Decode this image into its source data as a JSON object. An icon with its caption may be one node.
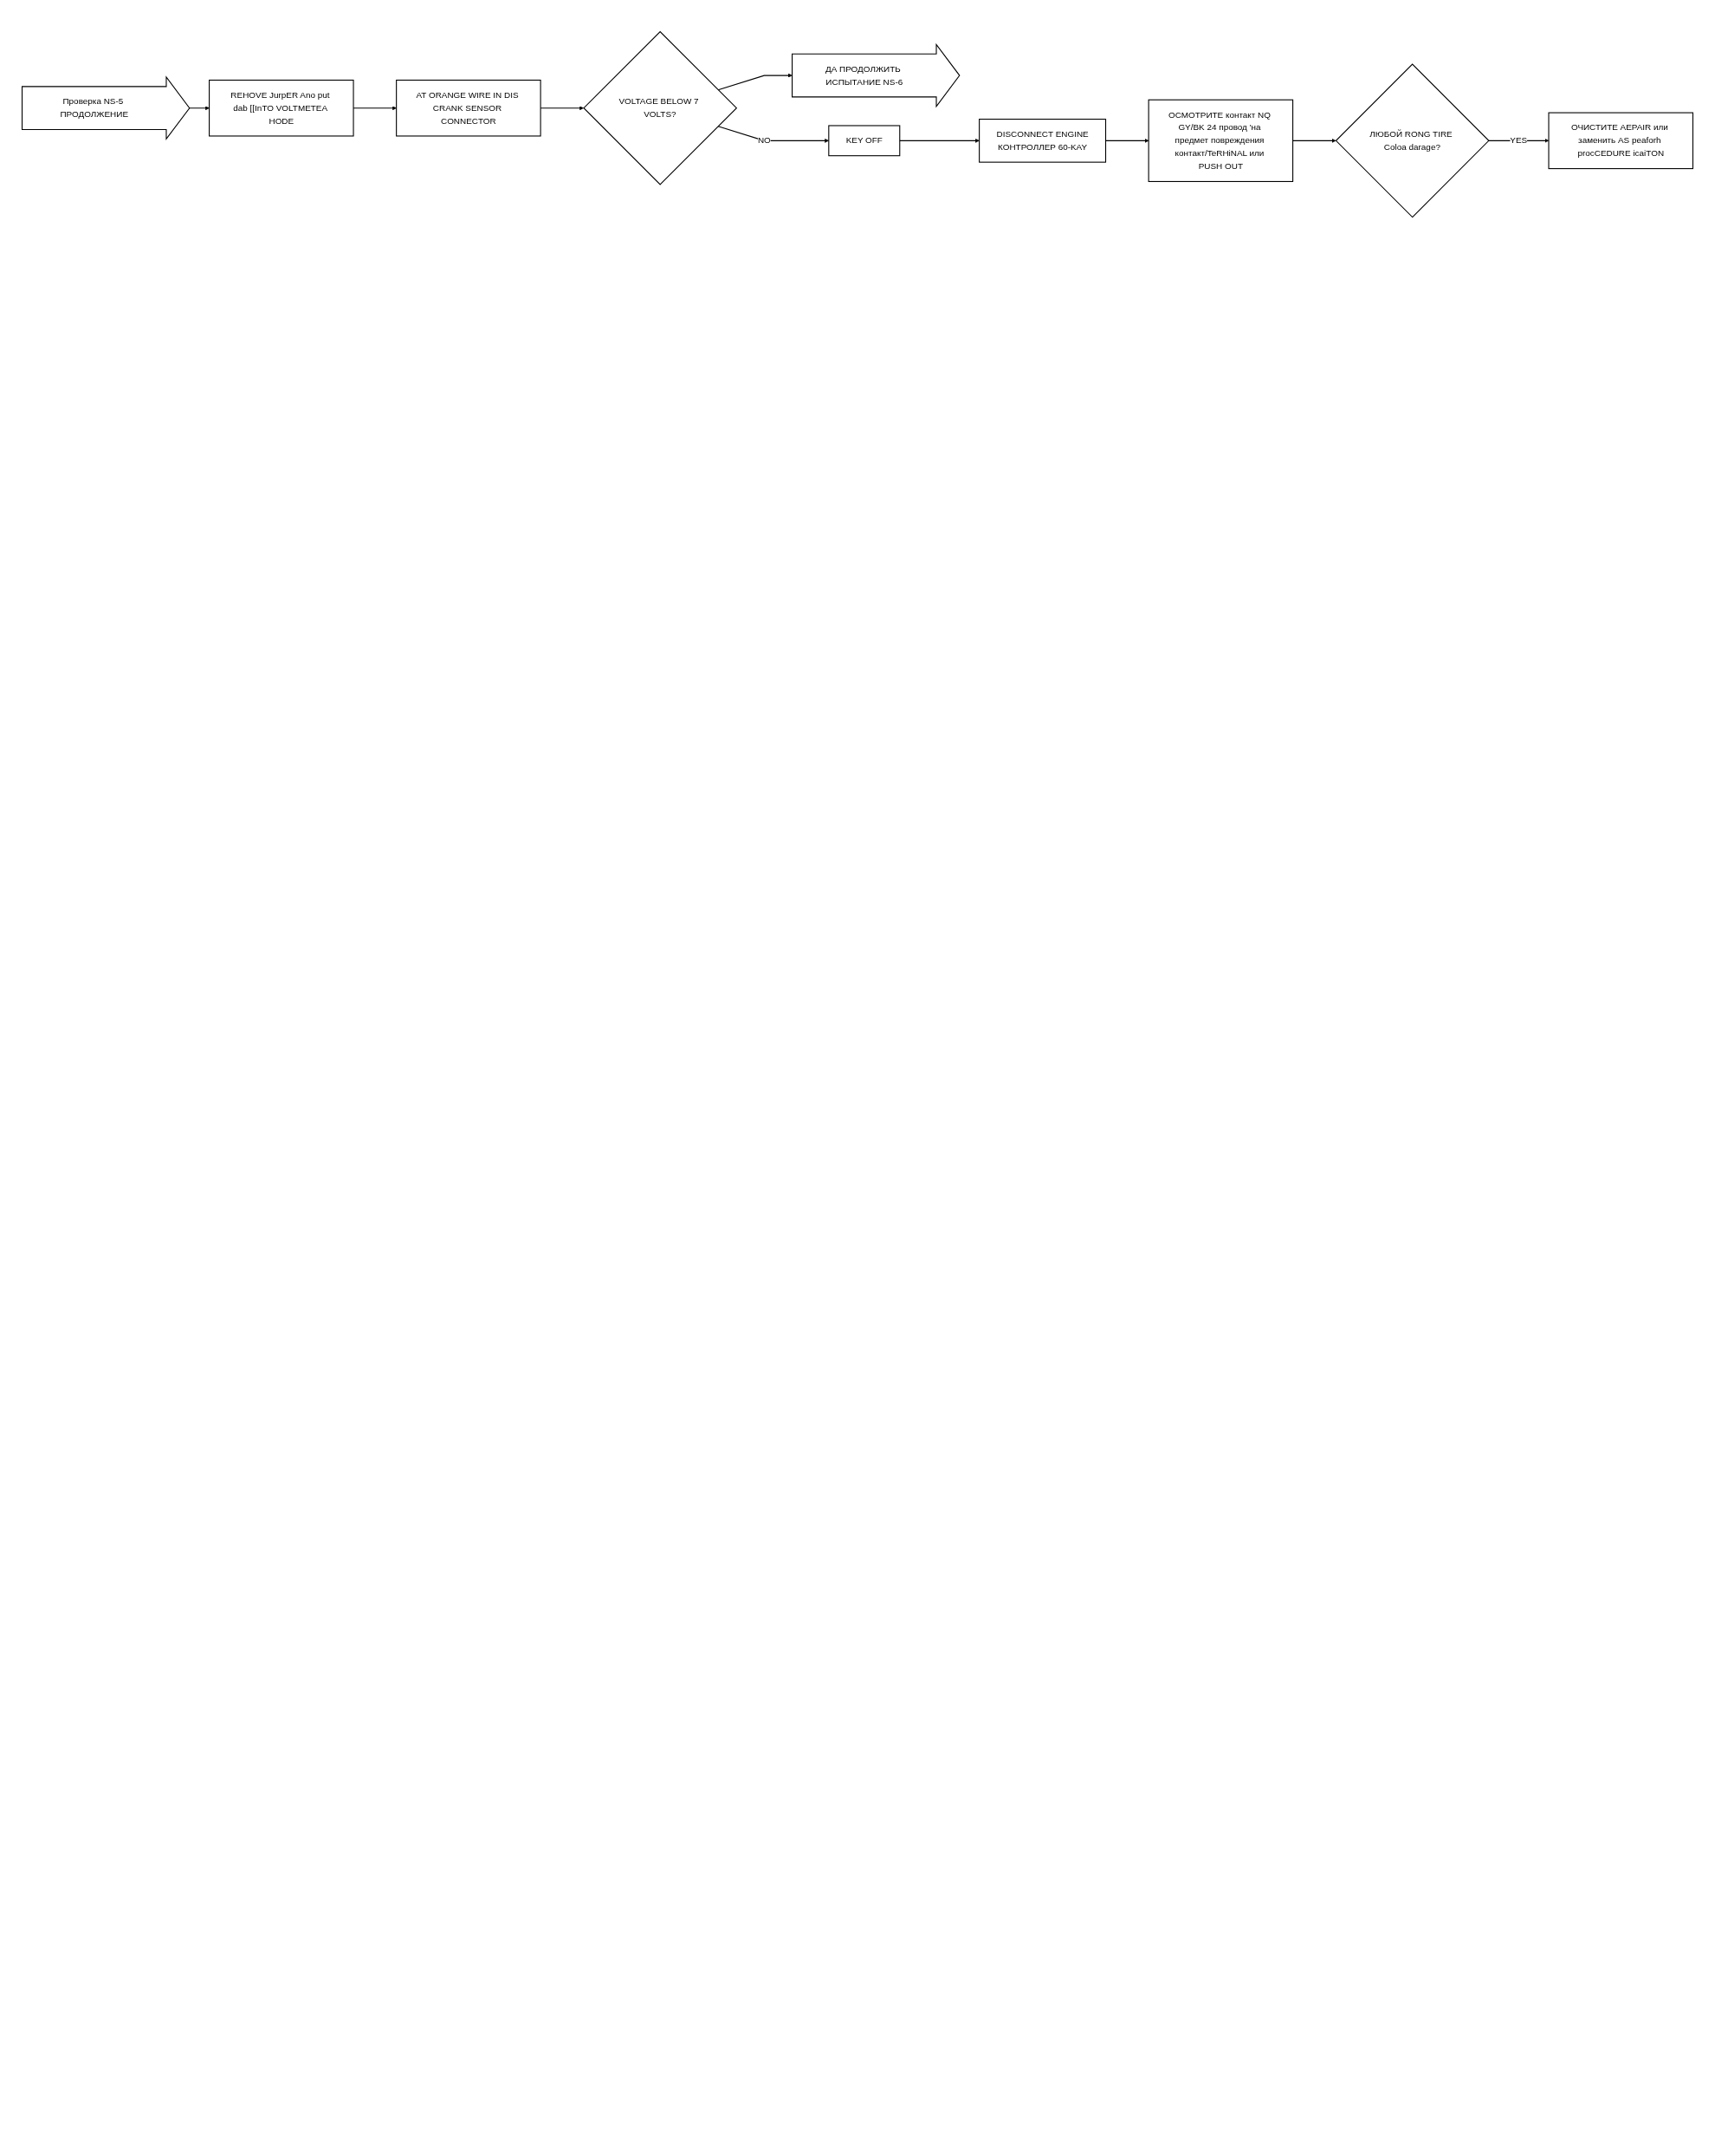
{
  "diagram": {
    "nodes": [
      {
        "text": [
          "Проверка NS-5 ПРОДОЛЖЕНИЕ"
        ]
      },
      {
        "text": [
          "REHOVE JurpER Ano put dab [[InTO VOLTMETEA HODE"
        ]
      },
      {
        "text": [
          "AT ORANGE WIRE IN DIS CRANK SENSOR CONNECTOR"
        ]
      },
      {
        "text": [
          "VOLTAGE BELOW 7 VOLTS?"
        ]
      },
      {
        "text": [
          "ДА ПРОДОЛЖИТЬ ИСПЫТАНИЕ NS-6"
        ]
      },
      {
        "text": [
          "KEY OFF"
        ]
      },
      {
        "text": [
          "DISCONNECT ENGINE",
          "КОНТРОЛЛЕР 60-KAY"
        ]
      },
      {
        "text": [
          "ОСМОТРИТЕ контакт NQ GY/BK 24 провод 'на предмет повреждения контакт/TeRHiNAL или PUSH OUT"
        ]
      },
      {
        "text": [
          "ЛЮБОЙ RONG TIRE Coloa darage?"
        ]
      },
      {
        "text": [
          "ОЧИСТИТЕ AEPAIR или заменить AS peaforh procCEDURE icaiTON"
        ]
      }
    ],
    "edges": [
      {
        "from": 0,
        "to": 1,
        "arrow": "to"
      },
      {
        "from": 1,
        "to": 2,
        "arrow": "to"
      },
      {
        "from": 2,
        "to": 3,
        "arrow": "to"
      },
      {
        "from": 3,
        "to": 4,
        "arrow": "to"
      },
      {
        "from": 3,
        "to": 5,
        "arrow": "to",
        "label": "NO"
      },
      {
        "from": 5,
        "to": 6,
        "arrow": "to"
      },
      {
        "from": 6,
        "to": 7,
        "arrow": "to"
      },
      {
        "from": 7,
        "to": 8,
        "arrow": "to"
      },
      {
        "from": 8,
        "to": 9,
        "arrow": "to",
        "label": "YES"
      }
    ]
  }
}
